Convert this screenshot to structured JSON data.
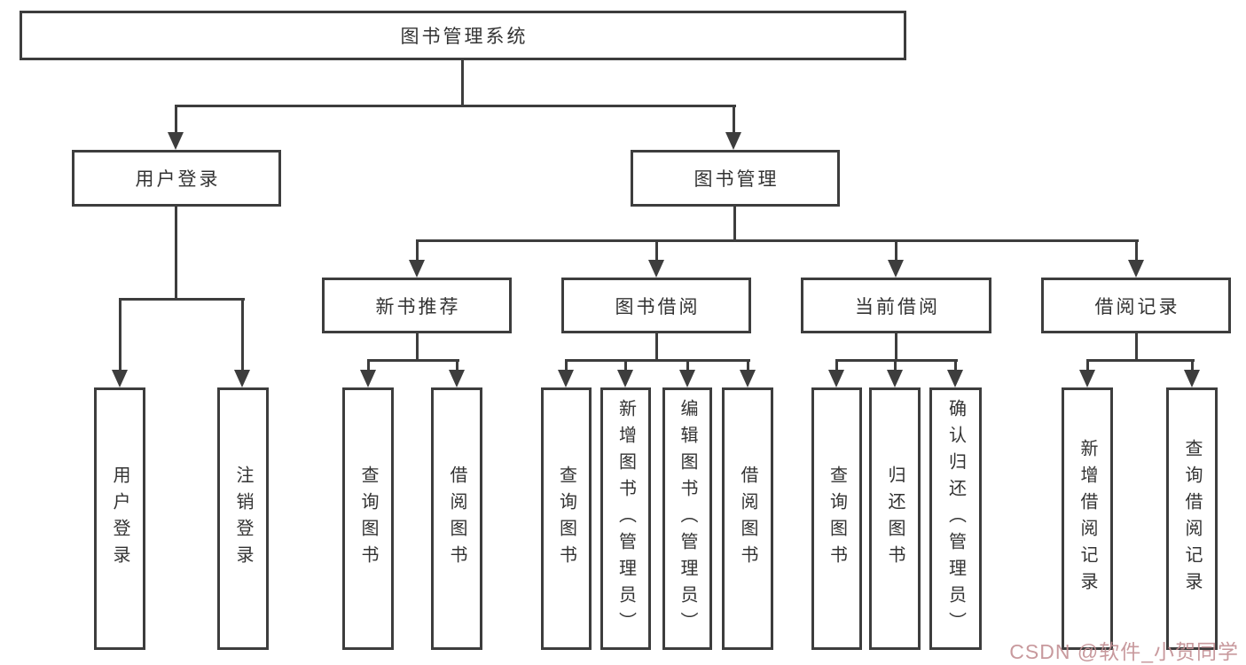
{
  "tree": {
    "root": {
      "label": "图书管理系统"
    },
    "branches": [
      {
        "label": "用户登录",
        "children": [
          {
            "label": "用户登录"
          },
          {
            "label": "注销登录"
          }
        ]
      },
      {
        "label": "图书管理",
        "children": [
          {
            "label": "新书推荐",
            "children": [
              {
                "label": "查询图书"
              },
              {
                "label": "借阅图书"
              }
            ]
          },
          {
            "label": "图书借阅",
            "children": [
              {
                "label": "查询图书"
              },
              {
                "label": "新增图书（管理员）"
              },
              {
                "label": "编辑图书（管理员）"
              },
              {
                "label": "借阅图书"
              }
            ]
          },
          {
            "label": "当前借阅",
            "children": [
              {
                "label": "查询图书"
              },
              {
                "label": "归还图书"
              },
              {
                "label": "确认归还（管理员）"
              }
            ]
          },
          {
            "label": "借阅记录",
            "children": [
              {
                "label": "新增借阅记录"
              },
              {
                "label": "查询借阅记录"
              }
            ]
          }
        ]
      }
    ]
  },
  "watermark": {
    "text": "CSDN @软件_小贺同学",
    "color": "#c38f93"
  },
  "colors": {
    "line": "#3d3d3d",
    "text": "#333333",
    "background": "#ffffff"
  }
}
